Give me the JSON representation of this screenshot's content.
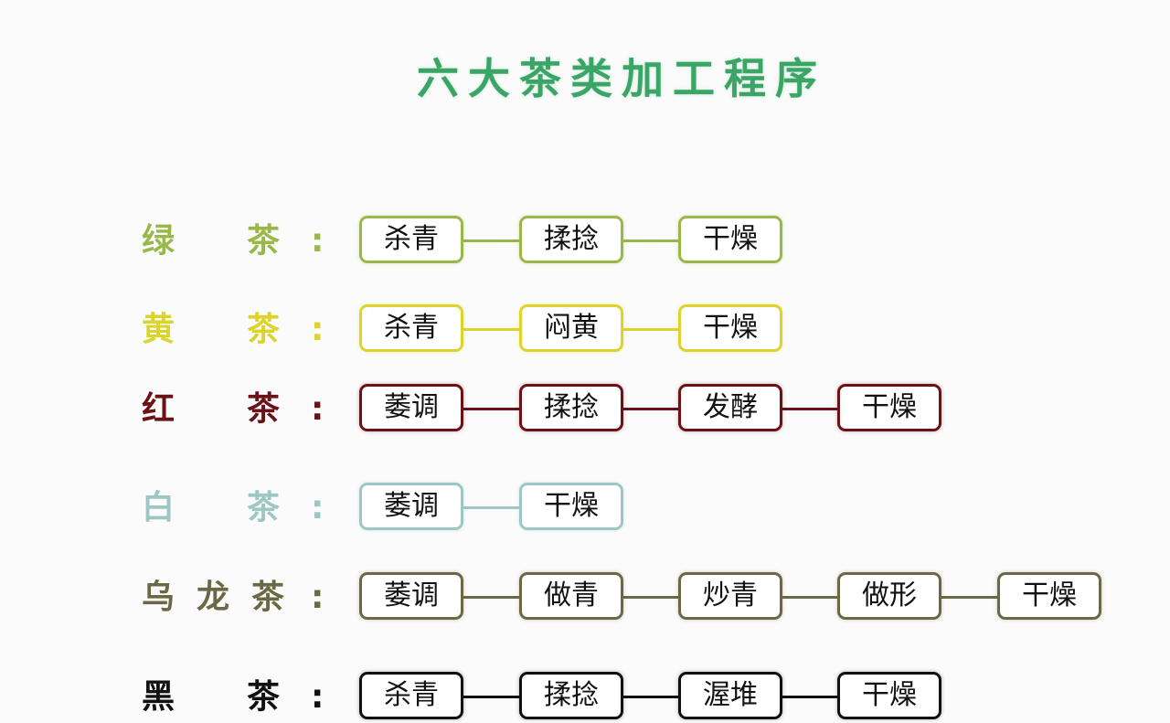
{
  "title": "六大茶类加工程序",
  "colors": {
    "title": "#3aa566",
    "green": "#9ab84a",
    "yellow": "#dcd42c",
    "red": "#6b1217",
    "white": "#9cc7c2",
    "oolong": "#6b6845",
    "black": "#111111"
  },
  "rows": [
    {
      "label": [
        "绿",
        "茶",
        ":"
      ],
      "color": "#9ab84a",
      "steps": [
        "杀青",
        "揉捻",
        "干燥"
      ]
    },
    {
      "label": [
        "黄",
        "茶",
        ":"
      ],
      "color": "#dcd42c",
      "steps": [
        "杀青",
        "闷黄",
        "干燥"
      ]
    },
    {
      "label": [
        "红",
        "茶",
        ":"
      ],
      "color": "#6b1217",
      "steps": [
        "萎调",
        "揉捻",
        "发酵",
        "干燥"
      ]
    },
    {
      "label": [
        "白",
        "茶",
        ":"
      ],
      "color": "#9cc7c2",
      "steps": [
        "萎调",
        "干燥"
      ]
    },
    {
      "label": [
        "乌",
        "龙",
        "茶",
        ":"
      ],
      "color": "#6b6845",
      "steps": [
        "萎调",
        "做青",
        "炒青",
        "做形",
        "干燥"
      ]
    },
    {
      "label": [
        "黑",
        "茶",
        ":"
      ],
      "color": "#111111",
      "steps": [
        "杀青",
        "揉捻",
        "渥堆",
        "干燥"
      ]
    }
  ]
}
